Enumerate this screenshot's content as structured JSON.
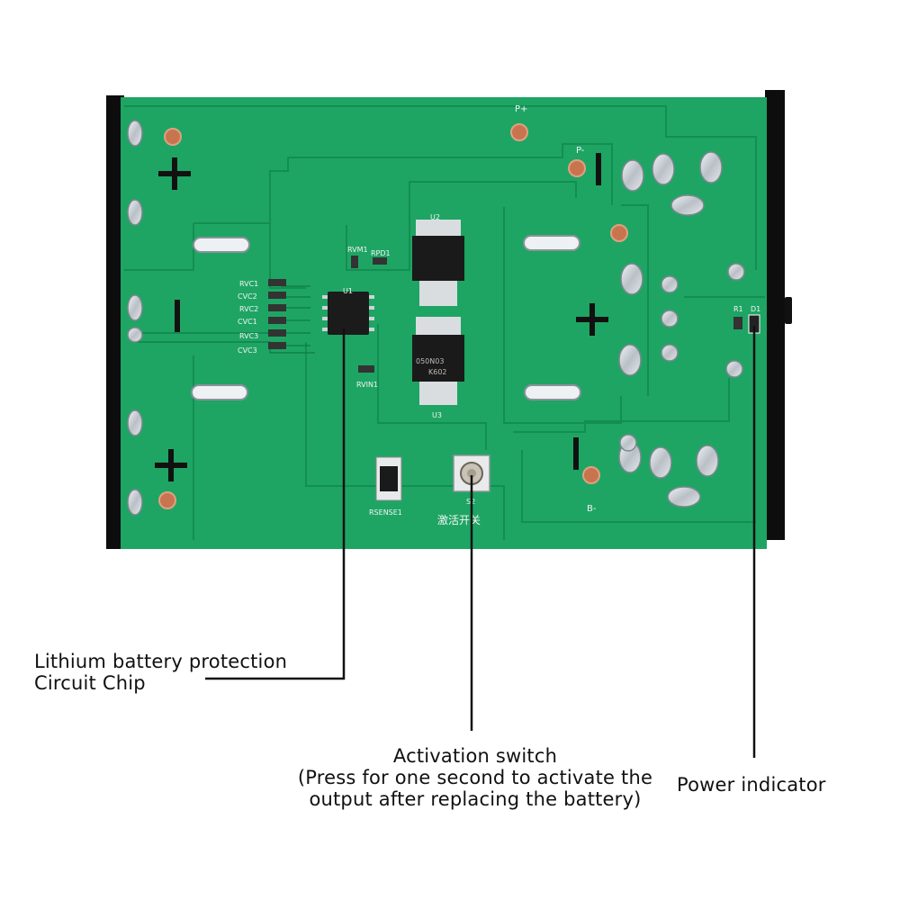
{
  "board": {
    "silkscreen": {
      "p_plus": "P+",
      "p_minus": "P-",
      "b_minus": "B-",
      "rvc1": "RVC1",
      "cvc2": "CVC2",
      "rvc2": "RVC2",
      "cvc1": "CVC1",
      "rvc3": "RVC3",
      "cvc3": "CVC3",
      "u1": "U1",
      "u2": "U2",
      "u3": "U3",
      "rvm1": "RVM1",
      "rpd1": "RPD1",
      "rvin1": "RVIN1",
      "rsense1": "RSENSE1",
      "s2": "S2",
      "r1": "R1",
      "d1": "D1",
      "mosfet_code_1": "050N03",
      "mosfet_code_2": "K602",
      "switch_chinese": "激活开关"
    }
  },
  "callouts": {
    "chip": {
      "line1": "Lithium battery protection",
      "line2": "Circuit Chip"
    },
    "switch": {
      "line1": "Activation switch",
      "line2": "(Press for one second to activate the",
      "line3": "output after replacing the battery)"
    },
    "power": {
      "line1": "Power indicator"
    }
  },
  "colors": {
    "pcb": "#1ea564",
    "trace": "#129353",
    "copper": "#c8744f",
    "solder": "#c9cfd3",
    "frame": "#0d0d0d"
  }
}
